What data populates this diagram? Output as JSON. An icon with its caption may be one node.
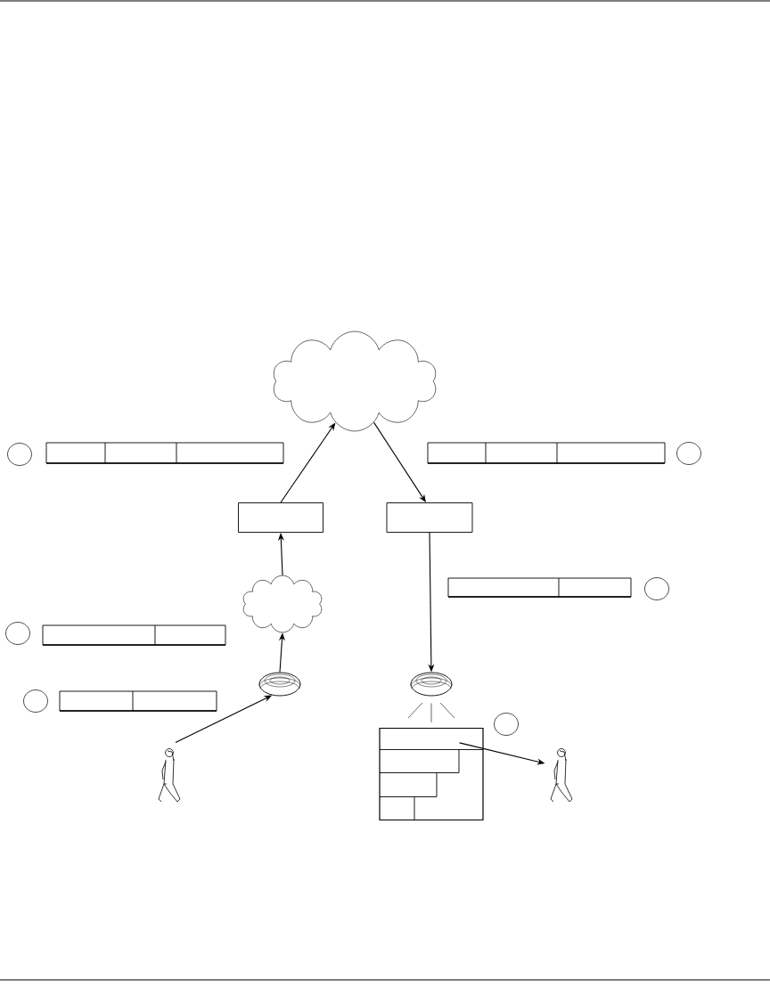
{
  "diagram": {
    "nodes": [
      {
        "text": [],
        "shape": "cloud"
      },
      {
        "text": [],
        "shape": "box"
      },
      {
        "text": [],
        "shape": "box"
      },
      {
        "text": [],
        "shape": "cloud"
      },
      {
        "text": [],
        "shape": "router"
      },
      {
        "text": [],
        "shape": "router"
      },
      {
        "text": [],
        "shape": "box"
      },
      {
        "text": [],
        "shape": "person"
      },
      {
        "text": [],
        "shape": "person"
      }
    ],
    "edges": [
      {
        "from": 1,
        "to": 0,
        "arrow": "to"
      },
      {
        "from": 0,
        "to": 2,
        "arrow": "to"
      },
      {
        "from": 3,
        "to": 1,
        "arrow": "to"
      },
      {
        "from": 4,
        "to": 3,
        "arrow": "to"
      },
      {
        "from": 7,
        "to": 4,
        "arrow": "to"
      },
      {
        "from": 2,
        "to": 5,
        "arrow": "to"
      },
      {
        "from": 5,
        "to": 6,
        "arrow": "none"
      },
      {
        "from": 6,
        "to": 8,
        "arrow": "to"
      }
    ]
  }
}
